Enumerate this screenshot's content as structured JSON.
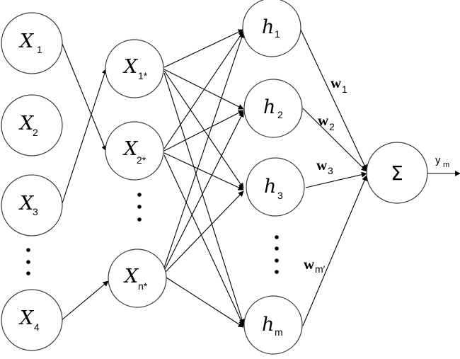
{
  "diagram": {
    "input_nodes": [
      {
        "main": "X",
        "sub": "1"
      },
      {
        "main": "X",
        "sub": "2"
      },
      {
        "main": "X",
        "sub": "3"
      },
      {
        "main": "X",
        "sub": "4"
      }
    ],
    "selected_nodes": [
      {
        "main": "X",
        "sub": "1*"
      },
      {
        "main": "X",
        "sub": "2*"
      },
      {
        "main": "X",
        "sub": "n*"
      }
    ],
    "hidden_nodes": [
      {
        "main": "h",
        "sub": "1"
      },
      {
        "main": "h",
        "sub": "2"
      },
      {
        "main": "h",
        "sub": "3"
      },
      {
        "main": "h",
        "sub": "m"
      }
    ],
    "sum_node": {
      "symbol": "Σ"
    },
    "weights": [
      {
        "main": "w",
        "sub": "1"
      },
      {
        "main": "w",
        "sub": "2"
      },
      {
        "main": "w",
        "sub": "3"
      },
      {
        "main": "w",
        "sub": "m′"
      }
    ],
    "output": {
      "main": "y",
      "sub": "m"
    }
  }
}
